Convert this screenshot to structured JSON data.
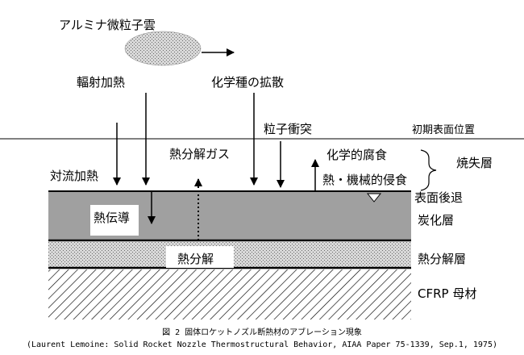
{
  "labels": {
    "alumina_cloud": "アルミナ微粒子雲",
    "radiative_heating": "輻射加熱",
    "chemical_diffusion": "化学種の拡散",
    "particle_impact": "粒子衝突",
    "initial_surface": "初期表面位置",
    "convective_heating": "対流加熱",
    "pyrolysis_gas": "熱分解ガス",
    "chemical_erosion": "化学的腐食",
    "thermo_mechanical_erosion": "熱・機械的侵食",
    "ablation_layer": "焼失層",
    "surface_recession": "表面後退",
    "heat_conduction": "熱伝導",
    "char_layer": "炭化層",
    "pyrolysis": "熱分解",
    "pyrolysis_layer": "熱分解層",
    "cfrp_base": "CFRP 母材"
  },
  "caption": {
    "title": "図 2 固体ロケットノズル断熱材のアブレーション現象",
    "citation": "(Laurent Lemoine: Solid Rocket Nozzle Thermostructural Behavior, AIAA Paper 75-1339, Sep.1, 1975)"
  },
  "colors": {
    "char_fill": "#a0a0a0",
    "pyrolysis_fill": "#c0c0c0",
    "cloud_fill": "#d4d4d4",
    "line": "#000000"
  }
}
